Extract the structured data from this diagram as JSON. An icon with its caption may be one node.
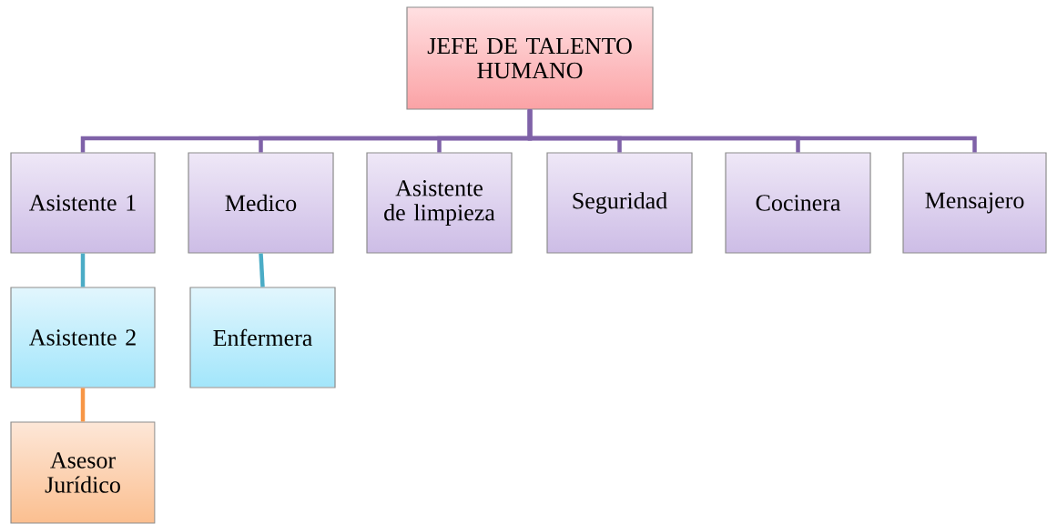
{
  "diagram": {
    "nodes": [
      {
        "text": [
          "JEFE DE TALENTO HUMANO"
        ]
      },
      {
        "text": [
          "Asistente 1"
        ]
      },
      {
        "text": [
          "Medico"
        ]
      },
      {
        "text": [
          "Asistente de limpieza"
        ]
      },
      {
        "text": [
          "Seguridad"
        ]
      },
      {
        "text": [
          "Cocinera"
        ]
      },
      {
        "text": [
          "Mensajero"
        ]
      },
      {
        "text": [
          "Asistente 2"
        ]
      },
      {
        "text": [
          "Enfermera"
        ]
      },
      {
        "text": [
          "Asesor Jurídico"
        ]
      }
    ],
    "edges": [
      {
        "from": 0,
        "to": 1,
        "arrow": "none"
      },
      {
        "from": 0,
        "to": 2,
        "arrow": "none"
      },
      {
        "from": 0,
        "to": 3,
        "arrow": "none"
      },
      {
        "from": 0,
        "to": 4,
        "arrow": "none"
      },
      {
        "from": 0,
        "to": 5,
        "arrow": "none"
      },
      {
        "from": 0,
        "to": 6,
        "arrow": "none"
      },
      {
        "from": 1,
        "to": 7,
        "arrow": "none",
        "color": "#4bacc6"
      },
      {
        "from": 2,
        "to": 8,
        "arrow": "none",
        "color": "#4bacc6"
      },
      {
        "from": 7,
        "to": 9,
        "arrow": "none",
        "color": "#f79646"
      }
    ]
  }
}
